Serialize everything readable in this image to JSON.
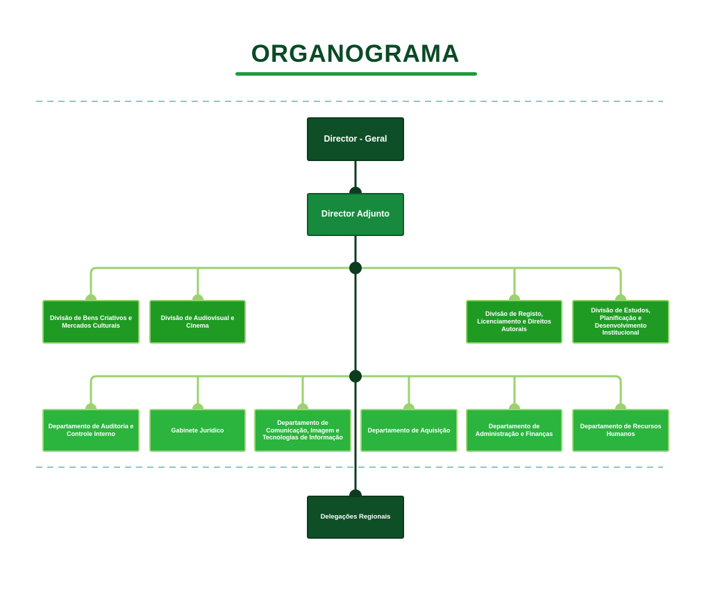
{
  "title": "ORGANOGRAMA",
  "colors": {
    "title": "#0b4a26",
    "underline": "#1f9a3c",
    "dark_box": "#0e4f27",
    "mid_box": "#178a3e",
    "division_box": "#1f9b24",
    "department_box": "#2bb43e",
    "connector_dark": "#0d3b1f",
    "connector_light": "#9bd26f",
    "dashed_separator": "#4aa3a0"
  },
  "director_geral": "Director - Geral",
  "director_adjunto": "Director Adjunto",
  "divisions": [
    "Divisão de Bens Criativos e Mercados Culturais",
    "Divisão de Audiovisual e Cinema",
    "Divisão de Registo, Licenciamento e Direitos Autorais",
    "Divisão de Estudos, Planificação e Desenvolvimento Institucional"
  ],
  "departments": [
    "Departamento de Auditoria e Controle Interno",
    "Gabinete Jurídico",
    "Departamento de Comunicação, Imagem e Tecnologias de Informação",
    "Departamento de Aquisição",
    "Departamento de Administração e Finanças",
    "Departamento de Recursos Humanos"
  ],
  "delegacoes": "Delegações Regionais"
}
